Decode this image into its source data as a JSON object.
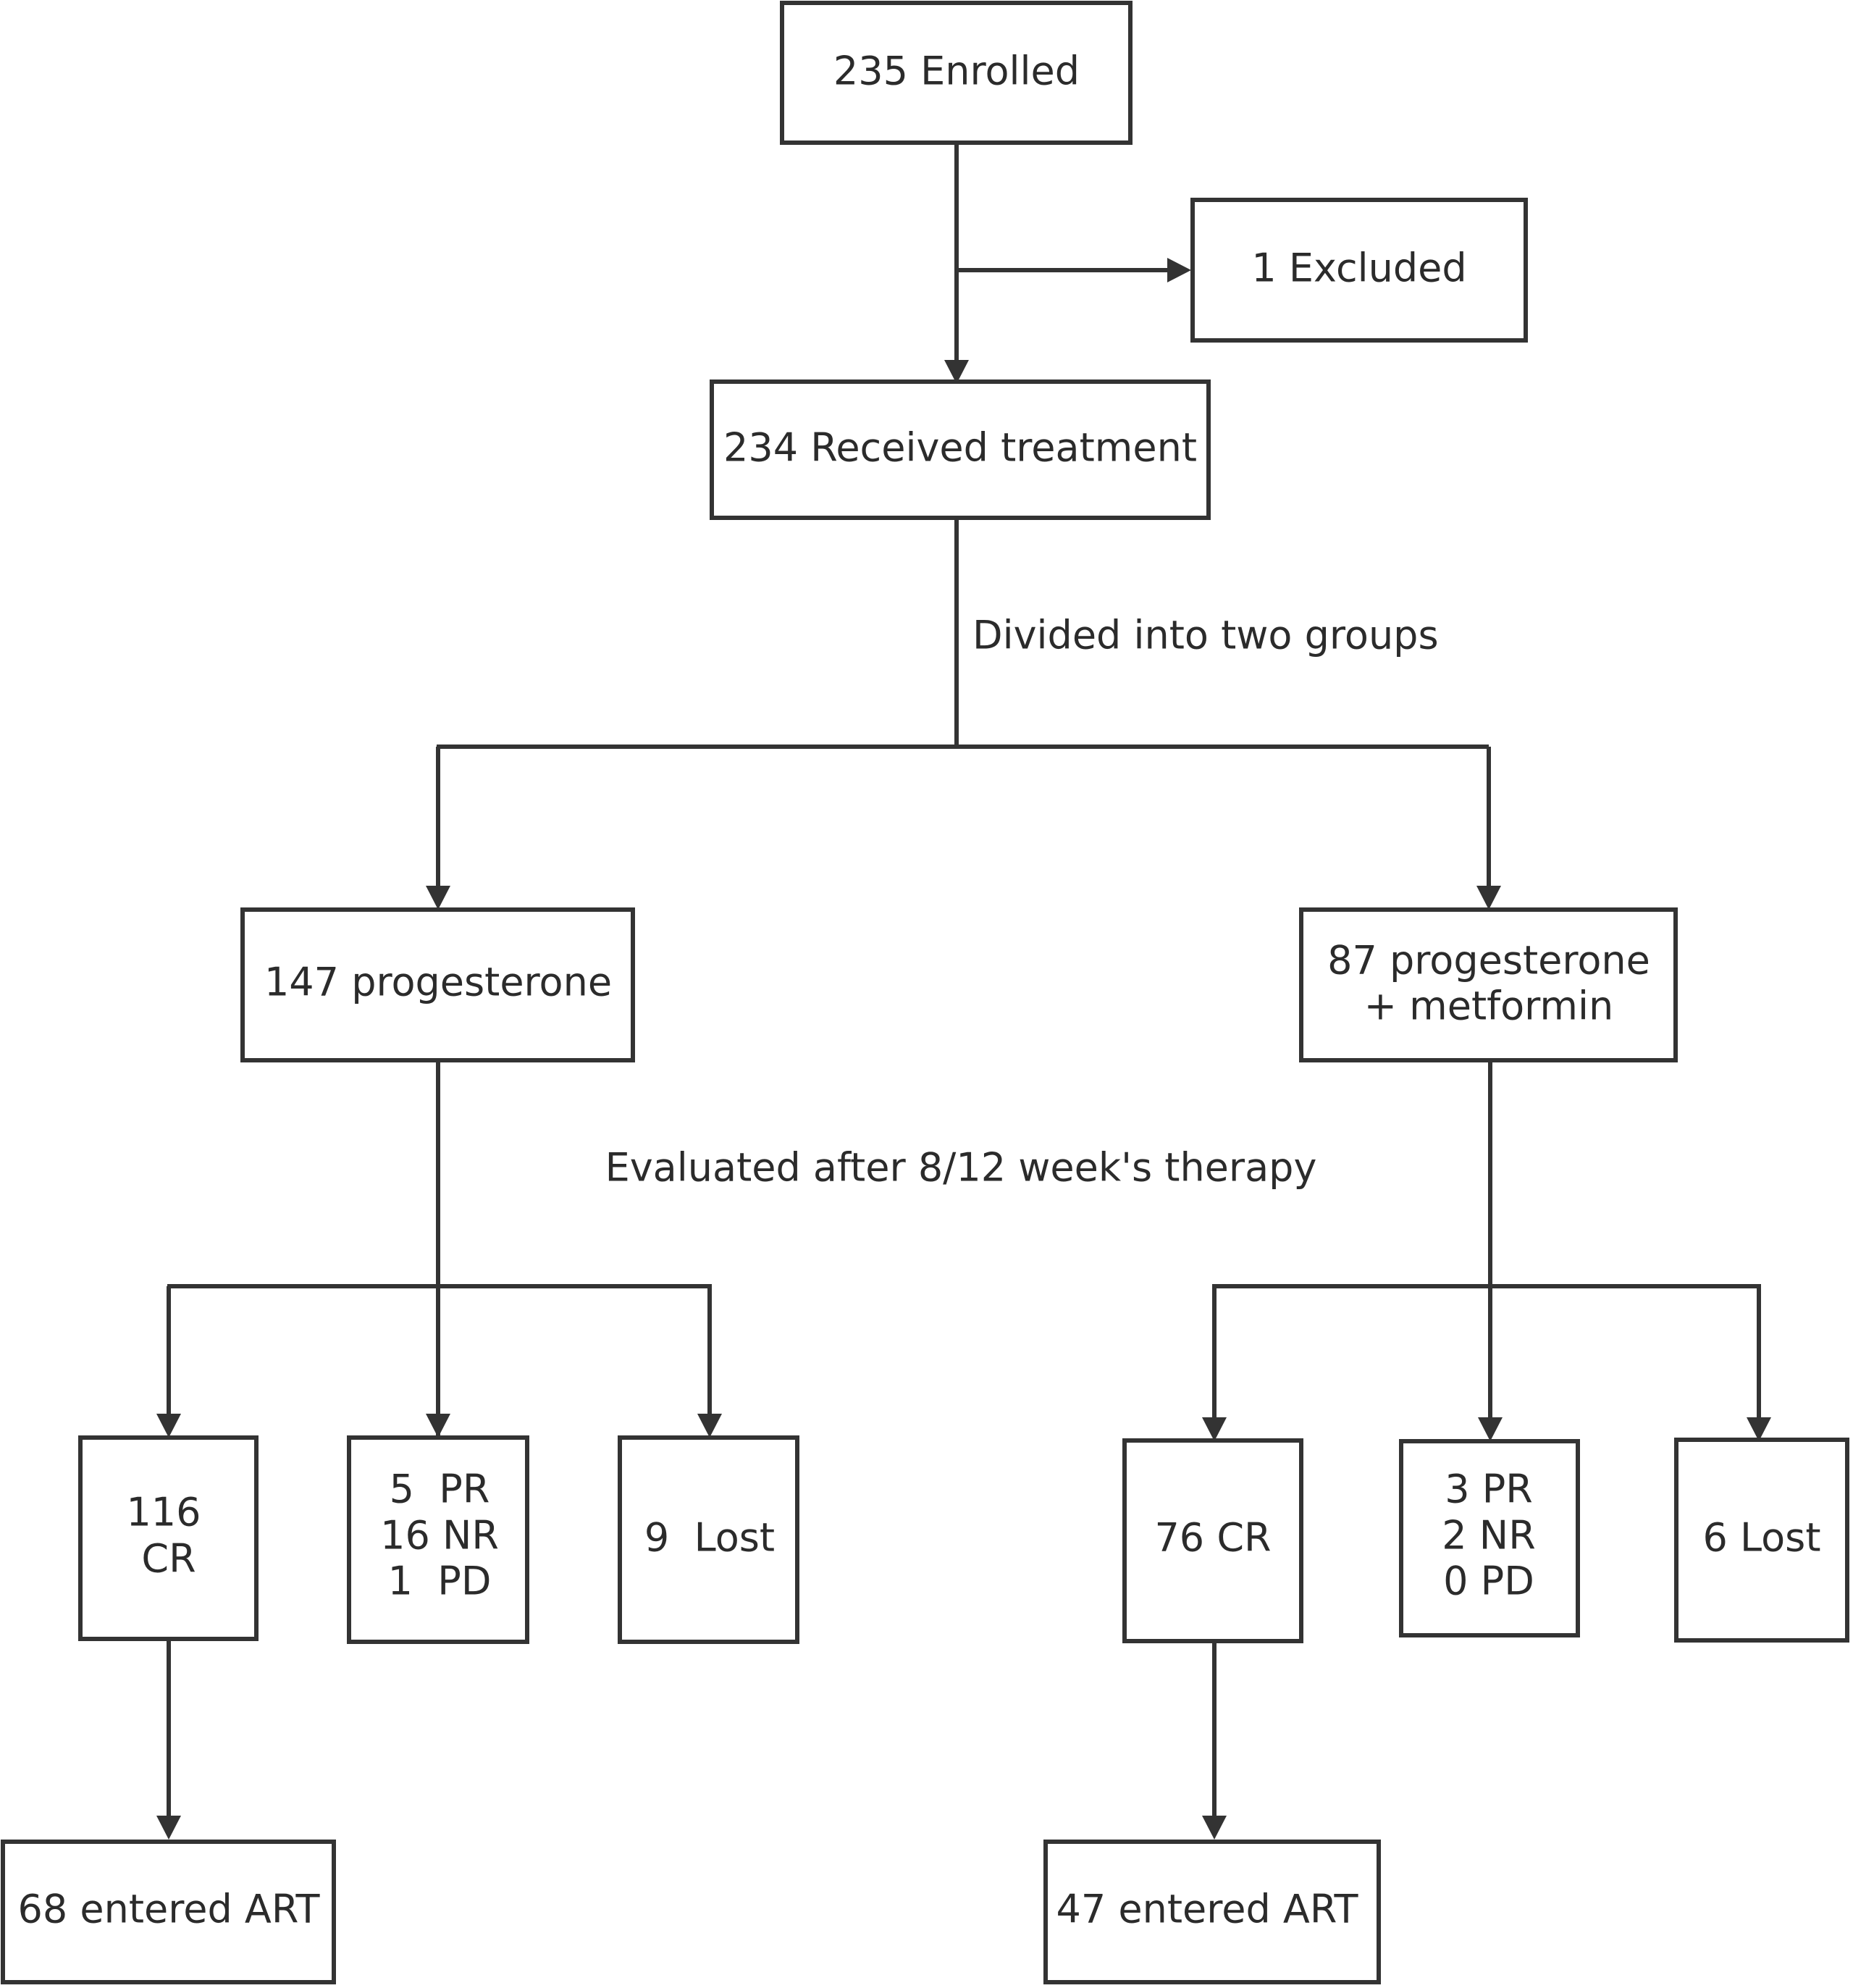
{
  "nodes": {
    "enrolled": {
      "text": "235 Enrolled"
    },
    "excluded": {
      "text": "1 Excluded"
    },
    "received": {
      "text": "234 Received treatment"
    },
    "prog": {
      "text": "147 progesterone"
    },
    "progmet": {
      "lines": [
        "87 progesterone",
        "+ metformin"
      ]
    },
    "p_cr": {
      "lines": [
        "116",
        "CR"
      ]
    },
    "p_pr_nr_pd": {
      "lines": [
        "5  PR",
        "16 NR",
        "1  PD"
      ]
    },
    "p_lost": {
      "text": "9  Lost"
    },
    "m_cr": {
      "text": "76 CR"
    },
    "m_pr_nr_pd": {
      "lines": [
        "3 PR",
        "2 NR",
        "0 PD"
      ]
    },
    "m_lost": {
      "text": "6 Lost"
    },
    "p_art": {
      "text": "68 entered ART"
    },
    "m_art": {
      "text": "47 entered ART"
    }
  },
  "labels": {
    "divided": "Divided into two groups",
    "evaluated": "Evaluated after 8/12 week's therapy"
  }
}
